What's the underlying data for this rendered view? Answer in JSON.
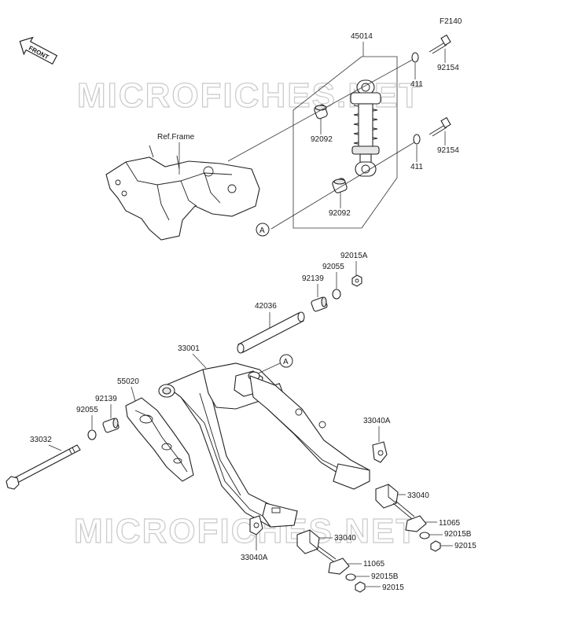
{
  "diagram_code": "F2140",
  "front_label": "FRONT",
  "ref_frame_label": "Ref.Frame",
  "watermark": "MICROFICHES.NET",
  "callout_a": "A",
  "labels": {
    "p45014": "45014",
    "p92154a": "92154",
    "p411a": "411",
    "p92092a": "92092",
    "p92154b": "92154",
    "p411b": "411",
    "p92092b": "92092",
    "p92015A": "92015A",
    "p92055a": "92055",
    "p92139a": "92139",
    "p42036": "42036",
    "p33001": "33001",
    "p55020": "55020",
    "p92139b": "92139",
    "p92055b": "92055",
    "p33032": "33032",
    "p33040Aa": "33040A",
    "p33040a": "33040",
    "p11065a": "11065",
    "p92015Ba": "92015B",
    "p92015a": "92015",
    "p33040Ab": "33040A",
    "p33040b": "33040",
    "p11065b": "11065",
    "p92015Bb": "92015B",
    "p92015b": "92015"
  }
}
